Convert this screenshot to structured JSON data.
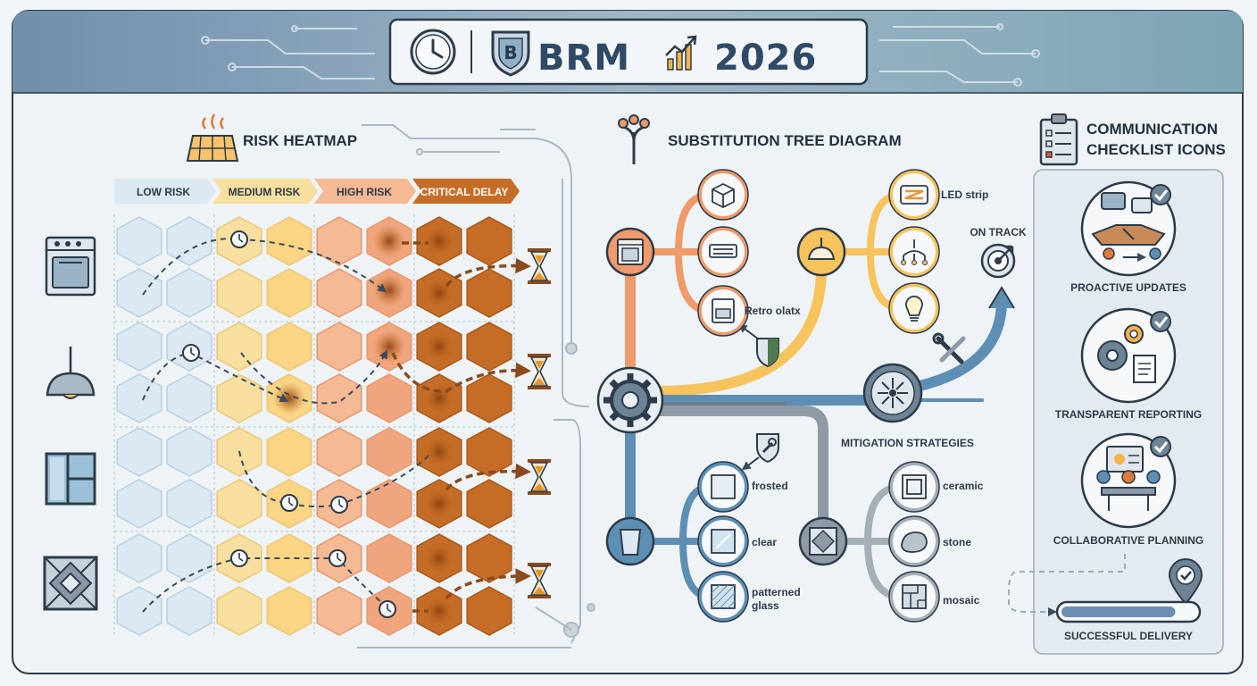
{
  "header": {
    "title_left": "BRM",
    "title_right": "2026",
    "icons": [
      "clock-icon",
      "shield-b-icon",
      "growth-chart-icon"
    ]
  },
  "heatmap": {
    "title": "RISK HEATMAP",
    "bands": [
      {
        "label": "LOW RISK",
        "color": "#dbe9f2"
      },
      {
        "label": "MEDIUM RISK",
        "color": "#f7dfa0"
      },
      {
        "label": "HIGH RISK",
        "color": "#f5b994"
      },
      {
        "label": "CRITICAL DELAY",
        "color": "#c56d26"
      }
    ],
    "rows": [
      "oven-icon",
      "pendant-lamp-icon",
      "window-icon",
      "tile-icon"
    ]
  },
  "tree": {
    "title": "SUBSTITUTION TREE DIAGRAM",
    "labels": {
      "led": "LED strip",
      "retro": "Retro olatx",
      "frosted": "frosted",
      "clear": "clear",
      "patterned": "patterned\nglass",
      "ceramic": "ceramic",
      "stone": "stone",
      "mosaic": "mosaic",
      "mitigation": "MITIGATION STRATEGIES",
      "on_track": "ON TRACK"
    }
  },
  "checklist": {
    "title_line1": "COMMUNICATION",
    "title_line2": "CHECKLIST ICONS",
    "items": [
      {
        "label": "PROACTIVE UPDATES",
        "icon": "handshake-icon"
      },
      {
        "label": "TRANSPARENT REPORTING",
        "icon": "gears-report-icon"
      },
      {
        "label": "COLLABORATIVE PLANNING",
        "icon": "meeting-icon"
      }
    ],
    "delivery": "SUCCESSFUL DELIVERY",
    "progress": 0.85
  },
  "colors": {
    "navy": "#2d3b4a",
    "blue": "#5d8fb5",
    "orange": "#ee9a6a",
    "yellow": "#f6c35c",
    "gray": "#8e9aa5",
    "critical": "#c56d26"
  }
}
